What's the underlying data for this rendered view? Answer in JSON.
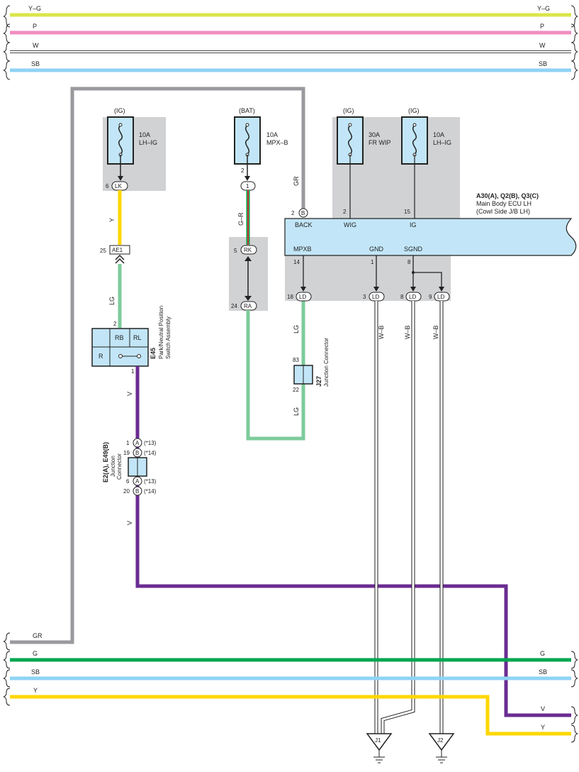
{
  "colors": {
    "yellow_green": "#d9e64a",
    "pink": "#f08cc0",
    "white_wire": "#bdbdbd",
    "sky_blue": "#8fd3f4",
    "gray": "#9a9a9e",
    "green": "#00a650",
    "yellow": "#ffd700",
    "violet": "#6a2c91",
    "light_green": "#7dcb9b",
    "red": "#e03030",
    "shade": "#d1d2d4",
    "box_fill": "#c2e6f7"
  },
  "buses_top": {
    "yg": {
      "left": "Y–G",
      "right": "Y–G"
    },
    "p": {
      "left": "P",
      "right": "P"
    },
    "w": {
      "left": "W",
      "right": "W"
    },
    "sb": {
      "left": "SB",
      "right": "SB"
    }
  },
  "buses_bottom": {
    "gr": {
      "left": "GR"
    },
    "g": {
      "left": "G",
      "right": "G"
    },
    "sb": {
      "left": "SB",
      "right": "SB"
    },
    "y": {
      "left": "Y",
      "right": "Y"
    },
    "v": {
      "right": "V"
    },
    "y2": {
      "right": "Y"
    }
  },
  "fuses": {
    "lhig1": {
      "source": "(IG)",
      "amp": "10A",
      "name": "LH–IG"
    },
    "mpxb": {
      "source": "(BAT)",
      "amp": "10A",
      "name": "MPX–B"
    },
    "frwip": {
      "source": "(IG)",
      "amp": "30A",
      "name": "FR WIP"
    },
    "lhig2": {
      "source": "(IG)",
      "amp": "10A",
      "name": "LH–IG"
    }
  },
  "ecu": {
    "code": "A30(A), Q2(B), Q3(C)",
    "name": "Main Body ECU LH",
    "sub": "(Cowl Side J/B LH)",
    "pins": {
      "back": {
        "num": "2",
        "conn": "B",
        "label": "BACK"
      },
      "wig": {
        "num": "2",
        "label": "WIG"
      },
      "ig": {
        "num": "15",
        "label": "IG"
      },
      "mpxb": {
        "num": "14",
        "label": "MPXB"
      },
      "gnd": {
        "num": "1",
        "label": "GND"
      },
      "sgnd": {
        "num": "8",
        "label": "SGND"
      }
    }
  },
  "connectors": {
    "lk": {
      "pin": "6",
      "label": "LK"
    },
    "one": {
      "pin": "2",
      "label": "1"
    },
    "ae1": {
      "pin": "25",
      "label": "AE1"
    },
    "rk": {
      "pin": "5",
      "label": "RK"
    },
    "ra": {
      "pin": "24",
      "label": "RA"
    },
    "ld18": {
      "pin": "18",
      "label": "LD"
    },
    "ld3": {
      "pin": "3",
      "label": "LD"
    },
    "ld8": {
      "pin": "8",
      "label": "LD"
    },
    "ld9": {
      "pin": "9",
      "label": "LD"
    }
  },
  "wire_labels": {
    "gr": "GR",
    "y": "Y",
    "gr2": "G–R",
    "lg1": "LG",
    "lg2": "LG",
    "lg3": "LG",
    "v1": "V",
    "v2": "V",
    "wb1": "W–B",
    "wb2": "W–B",
    "wb3": "W–B"
  },
  "switch": {
    "code": "E45",
    "name1": "Park/Neutral Position",
    "name2": "Switch Assembly",
    "pin_top": "2",
    "pin_bottom": "1",
    "rb": "RB",
    "rl": "RL",
    "r": "R"
  },
  "j27": {
    "code": "J27",
    "name": "Junction Connector",
    "pin_top": "83",
    "pin_bottom": "22"
  },
  "e2": {
    "code": "E2(A), E49(B)",
    "name1": "Junction",
    "name2": "Connector",
    "rows": [
      {
        "pin": "1",
        "conn": "A",
        "note": "(*13)"
      },
      {
        "pin": "19",
        "conn": "B",
        "note": "(*14)"
      },
      {
        "pin": "6",
        "conn": "A",
        "note": "(*13)"
      },
      {
        "pin": "20",
        "conn": "B",
        "note": "(*14)"
      }
    ]
  },
  "grounds": {
    "j1": "J1",
    "j2": "J2"
  }
}
